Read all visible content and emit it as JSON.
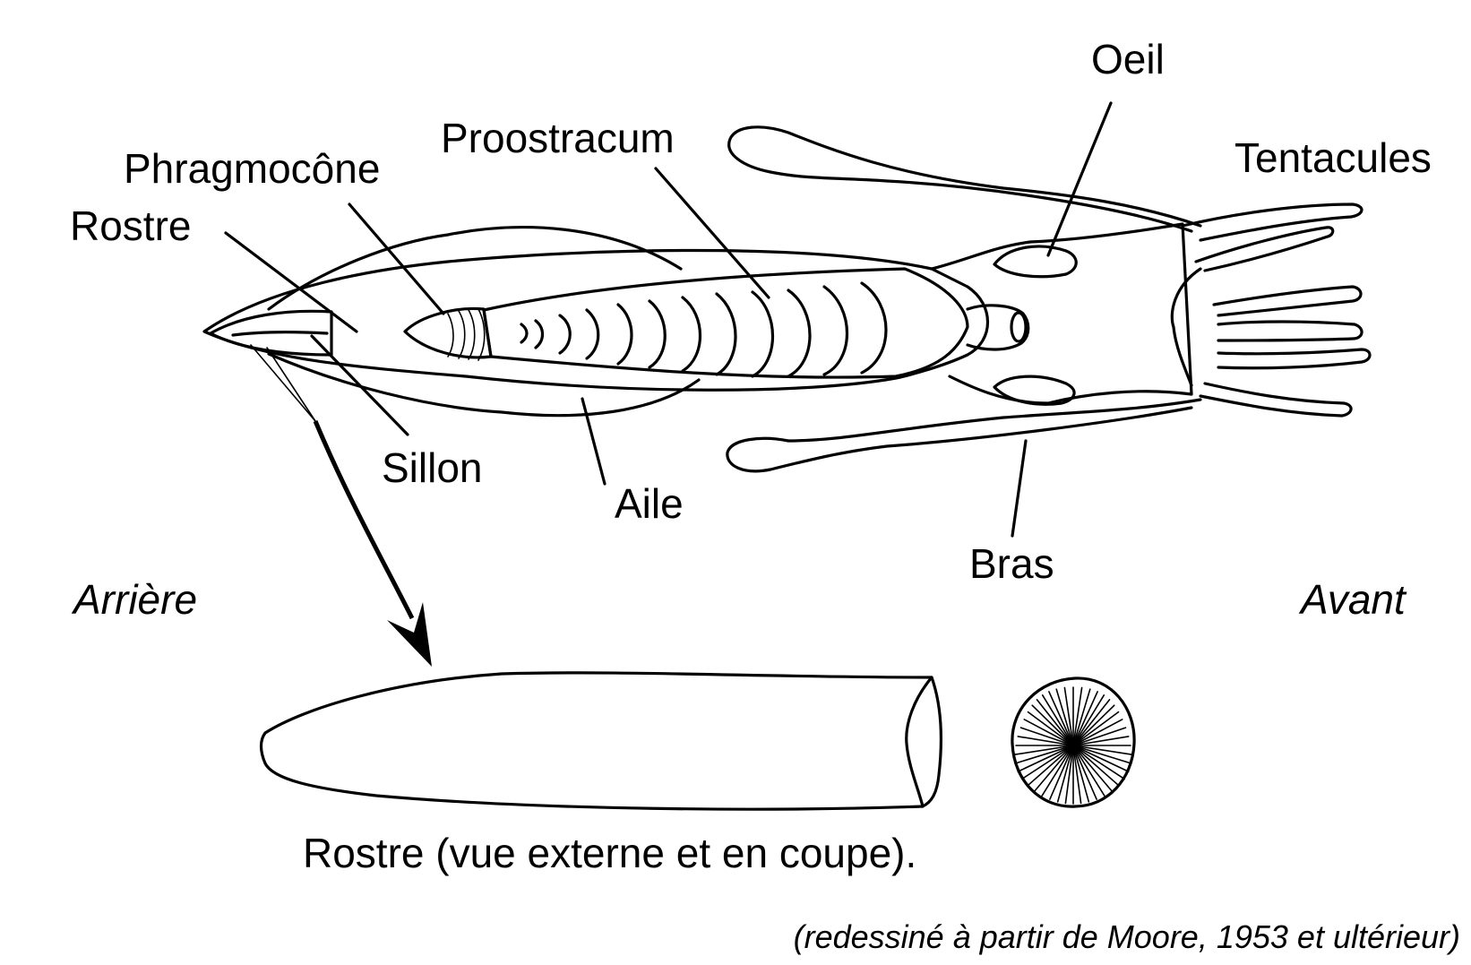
{
  "labels": {
    "oeil": "Oeil",
    "proostracum": "Proostracum",
    "tentacules": "Tentacules",
    "phragmocone": "Phragmocône",
    "rostre": "Rostre",
    "sillon": "Sillon",
    "aile": "Aile",
    "bras": "Bras",
    "arriere": "Arrière",
    "avant": "Avant"
  },
  "caption": "Rostre (vue externe et en coupe).",
  "credit": "(redessiné à partir de Moore, 1953 et ultérieur)",
  "colors": {
    "ink": "#000000",
    "background": "#ffffff"
  }
}
